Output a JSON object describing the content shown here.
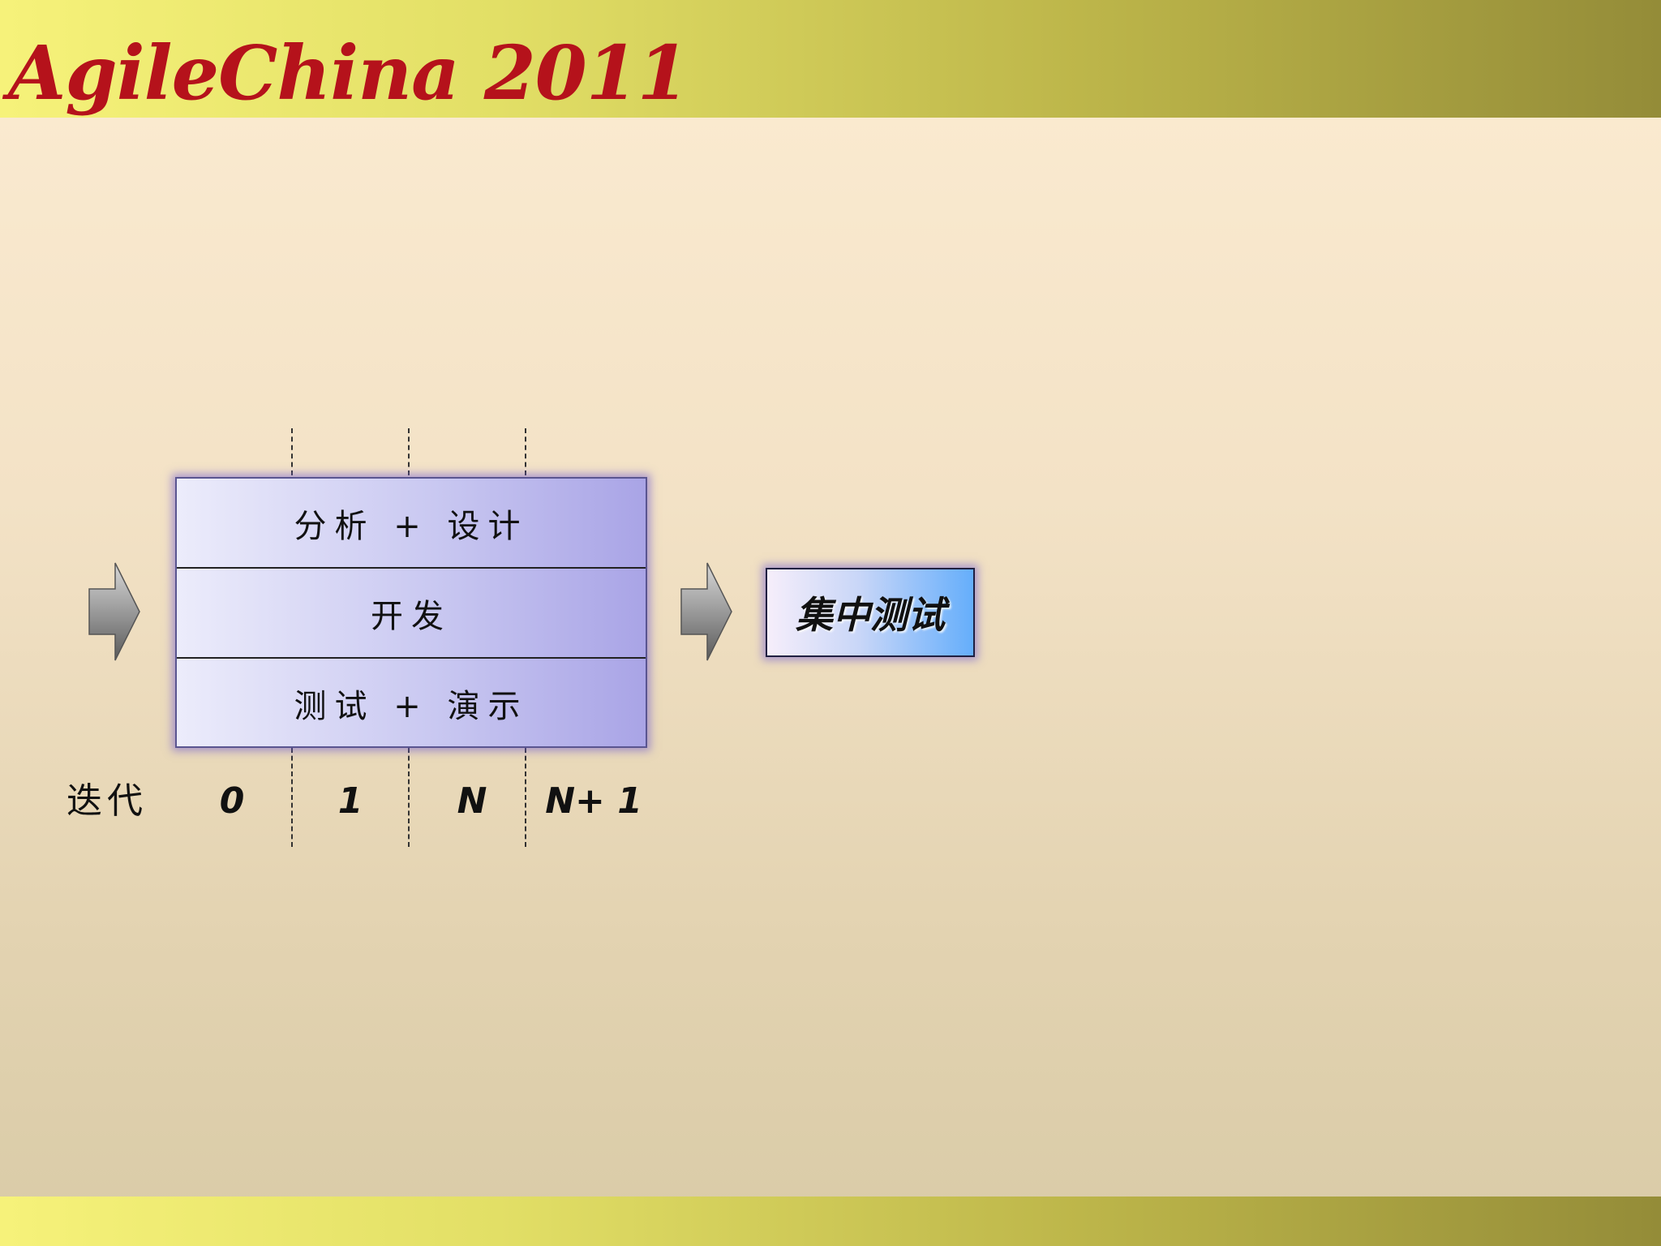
{
  "header": {
    "logo_text": "AgileChina 2011"
  },
  "process_box": {
    "rows": [
      {
        "label": "分析 + 设计"
      },
      {
        "label": "开发"
      },
      {
        "label": "测试 + 演示"
      }
    ]
  },
  "result_box": {
    "label": "集中测试"
  },
  "iteration_axis": {
    "label": "迭代",
    "ticks": [
      "0",
      "1",
      "N",
      "N+ 1"
    ]
  },
  "icons": [
    "arrow-right-icon",
    "arrow-right-icon"
  ],
  "colors": {
    "logo": "#b5121b",
    "band_light": "#f6f27a",
    "band_dark": "#948c38",
    "process_fill": "#c9c8f1",
    "result_fill": "#65aefb"
  }
}
